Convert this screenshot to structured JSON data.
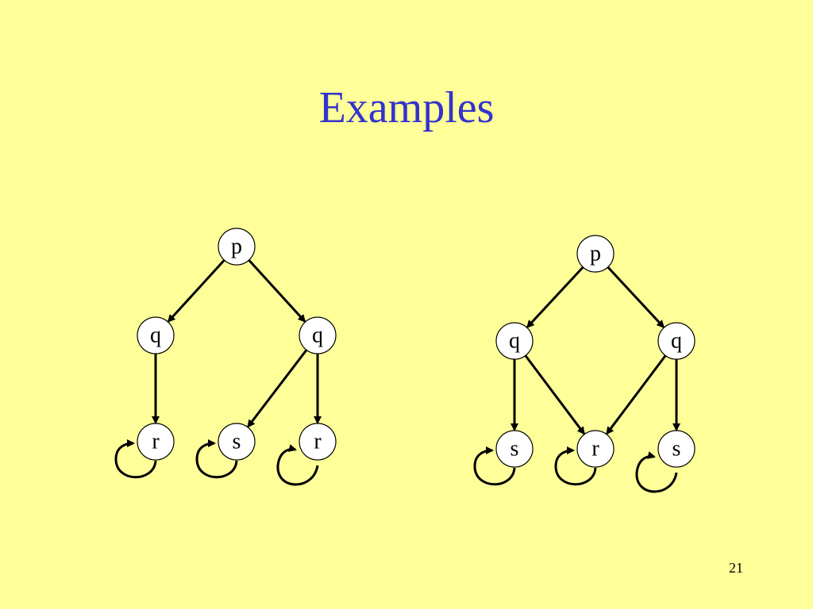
{
  "slide": {
    "title": "Examples",
    "page_number": "21"
  },
  "colors": {
    "background": "#ffff99",
    "title": "#3333cc",
    "node_fill": "#ffffff",
    "line": "#000000"
  },
  "diagrams": [
    {
      "nodes": [
        {
          "id": "p1",
          "label": "p"
        },
        {
          "id": "q1",
          "label": "q"
        },
        {
          "id": "q2",
          "label": "q"
        },
        {
          "id": "r1",
          "label": "r"
        },
        {
          "id": "s1",
          "label": "s"
        },
        {
          "id": "r2",
          "label": "r"
        }
      ],
      "edges": [
        {
          "from": "p1",
          "to": "q1"
        },
        {
          "from": "p1",
          "to": "q2"
        },
        {
          "from": "q1",
          "to": "r1"
        },
        {
          "from": "q2",
          "to": "s1"
        },
        {
          "from": "q2",
          "to": "r2"
        }
      ],
      "self_loops": [
        "r1",
        "s1",
        "r2"
      ]
    },
    {
      "nodes": [
        {
          "id": "p1",
          "label": "p"
        },
        {
          "id": "q1",
          "label": "q"
        },
        {
          "id": "q2",
          "label": "q"
        },
        {
          "id": "s1",
          "label": "s"
        },
        {
          "id": "r1",
          "label": "r"
        },
        {
          "id": "s2",
          "label": "s"
        }
      ],
      "edges": [
        {
          "from": "p1",
          "to": "q1"
        },
        {
          "from": "p1",
          "to": "q2"
        },
        {
          "from": "q1",
          "to": "s1"
        },
        {
          "from": "q1",
          "to": "r1"
        },
        {
          "from": "q2",
          "to": "r1"
        },
        {
          "from": "q2",
          "to": "s2"
        }
      ],
      "self_loops": [
        "s1",
        "r1",
        "s2"
      ]
    }
  ]
}
